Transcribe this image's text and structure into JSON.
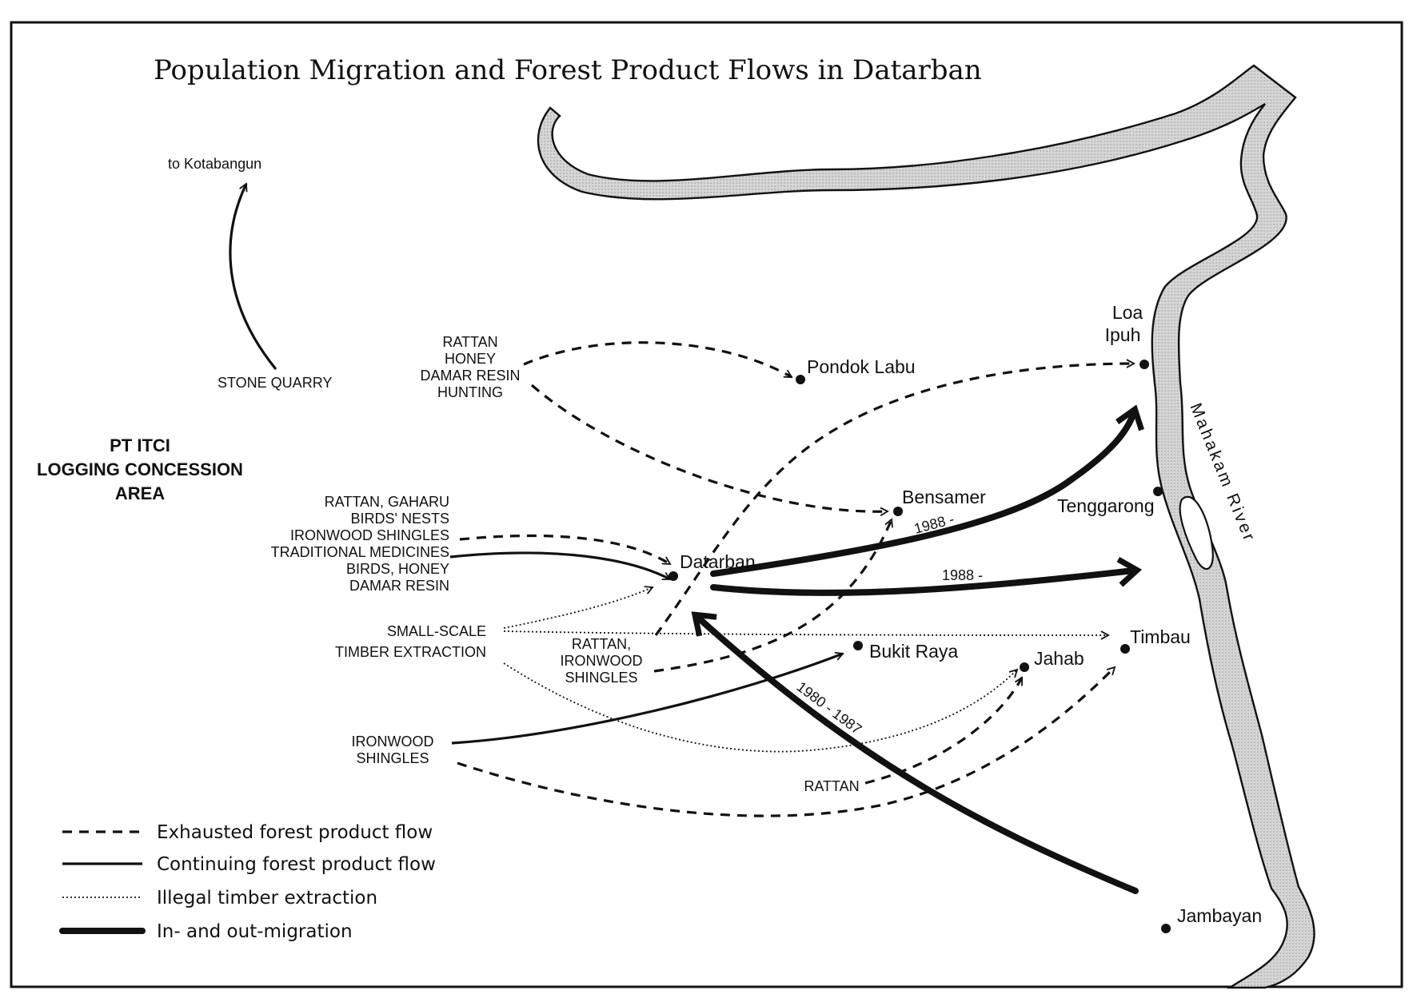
{
  "title": "Population Migration and Forest Product Flows in Datarban",
  "places": {
    "loa_ipuh_1": "Loa",
    "loa_ipuh_2": "Ipuh",
    "pondok_labu": "Pondok Labu",
    "bensamer": "Bensamer",
    "tenggarong": "Tenggarong",
    "datarban": "Datarban",
    "timbau": "Timbau",
    "bukit_raya": "Bukit Raya",
    "jahab": "Jahab",
    "jambayan": "Jambayan"
  },
  "river": {
    "name": "Mahakam River"
  },
  "concession": [
    "PT ITCI",
    "LOGGING CONCESSION",
    "AREA"
  ],
  "kotabangun": "to Kotabangun",
  "stone_quarry": "STONE QUARRY",
  "products": {
    "north": [
      "RATTAN",
      "HONEY",
      "DAMAR RESIN",
      "HUNTING"
    ],
    "west": [
      "RATTAN, GAHARU",
      "BIRDS' NESTS",
      "IRONWOOD SHINGLES",
      "TRADITIONAL MEDICINES",
      "BIRDS, HONEY",
      "DAMAR RESIN"
    ],
    "timber": [
      "SMALL-SCALE",
      "TIMBER EXTRACTION"
    ],
    "rattan_ironwood": [
      "RATTAN,",
      "IRONWOOD",
      "SHINGLES"
    ],
    "ironwood": [
      "IRONWOOD",
      "SHINGLES"
    ],
    "rattan": "RATTAN"
  },
  "year_labels": {
    "bensamer_route": "1988 -",
    "east_route": "1988 -",
    "jambayan_route": "1980 - 1987"
  },
  "legend": {
    "items": [
      {
        "label": "Exhausted forest product flow",
        "style": "dashed"
      },
      {
        "label": "Continuing forest product flow",
        "style": "solid"
      },
      {
        "label": "Illegal timber extraction",
        "style": "dotted"
      },
      {
        "label": "In- and out-migration",
        "style": "thick"
      }
    ]
  }
}
